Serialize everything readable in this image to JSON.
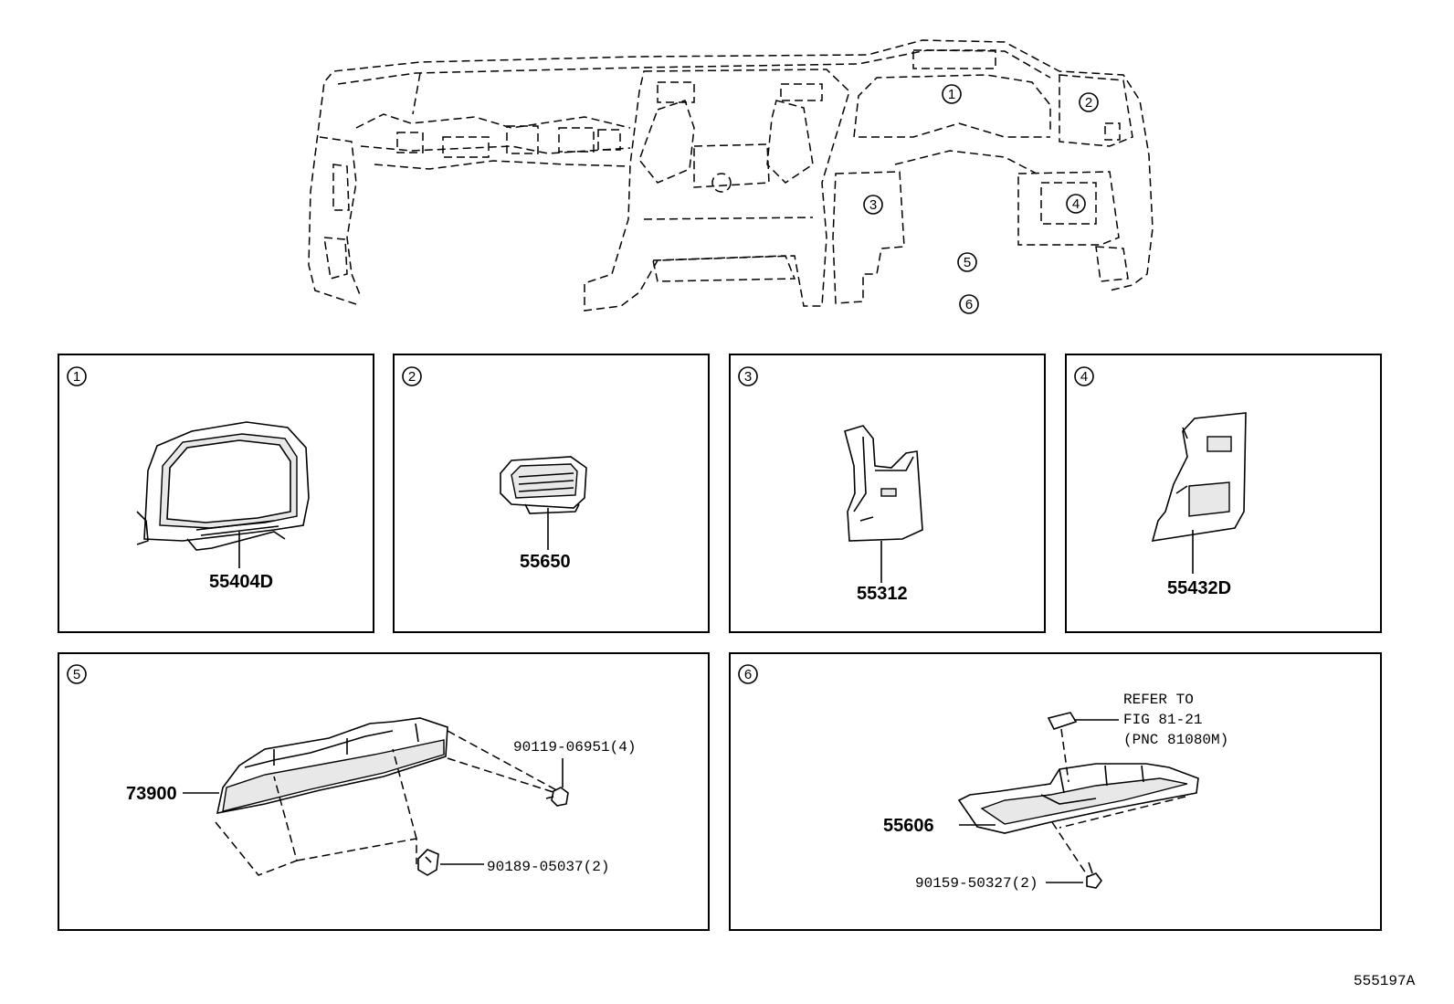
{
  "diagram_id": "555197A",
  "overview_callouts": [
    "1",
    "2",
    "3",
    "4",
    "5",
    "6"
  ],
  "panels": [
    {
      "number": "1",
      "parts": [
        {
          "pn": "55404D"
        }
      ]
    },
    {
      "number": "2",
      "parts": [
        {
          "pn": "55650"
        }
      ]
    },
    {
      "number": "3",
      "parts": [
        {
          "pn": "55312"
        }
      ]
    },
    {
      "number": "4",
      "parts": [
        {
          "pn": "55432D"
        }
      ]
    },
    {
      "number": "5",
      "parts": [
        {
          "pn": "73900"
        },
        {
          "pn": "90119-06951(4)"
        },
        {
          "pn": "90189-05037(2)"
        }
      ]
    },
    {
      "number": "6",
      "parts": [
        {
          "pn": "55606"
        },
        {
          "pn": "90159-50327(2)"
        }
      ],
      "refer": [
        "REFER TO",
        "FIG 81-21",
        "(PNC 81080M)"
      ]
    }
  ]
}
